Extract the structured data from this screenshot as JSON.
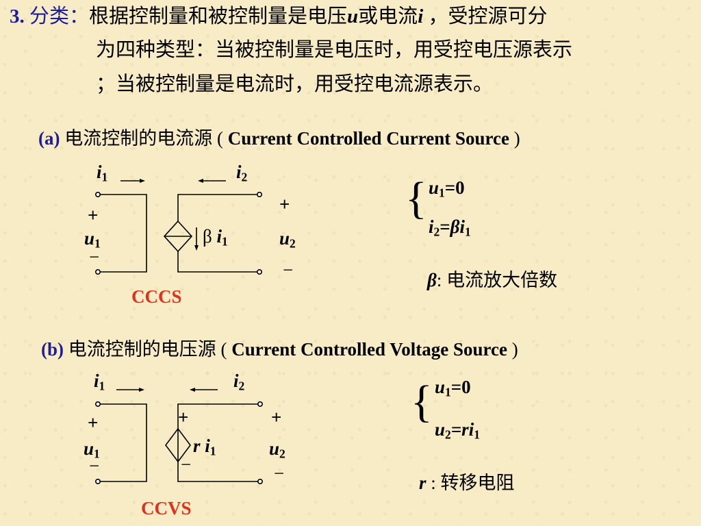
{
  "intro": {
    "number": "3.",
    "term": "分类：",
    "text_a": "根据控制量和被控制量是电压",
    "u": "u",
    "text_b": "或电流",
    "i": "i",
    "text_c": " ，受控源可分",
    "line2": "为四种类型：当被控制量是电压时，用受控电压源表示",
    "line3": "；当被控制量是电流时，用受控电流源表示。"
  },
  "section_a": {
    "tag": "(a)",
    "title_cn": " 电流控制的电流源 ( ",
    "title_en": "Current Controlled Current Source",
    "title_end": " )",
    "i_label": "i",
    "sub1": "1",
    "sub2": "2",
    "u_label": "u",
    "plus": "+",
    "minus": "−",
    "source_beta": "β",
    "source_i": "i",
    "name": "CCCS",
    "eq1_var": "u",
    "eq1_rhs": "=0",
    "eq2_lhs": "i",
    "eq2_mid": "=",
    "eq2_beta": "β",
    "eq2_i": "i",
    "desc_sym": "β",
    "desc_text": ": 电流放大倍数"
  },
  "section_b": {
    "tag": "(b)",
    "title_cn": " 电流控制的电压源 ( ",
    "title_en": "Current Controlled Voltage Source",
    "title_end": " )",
    "i_label": "i",
    "sub1": "1",
    "sub2": "2",
    "u_label": "u",
    "plus": "+",
    "minus": "−",
    "source_r": "r",
    "source_i": "i",
    "name": "CCVS",
    "eq1_var": "u",
    "eq1_rhs": "=0",
    "eq2_lhs": "u",
    "eq2_rhs": "=ri",
    "desc_sym": "r",
    "desc_text": " : 转移电阻"
  },
  "colors": {
    "background": "#f7ecc6",
    "heading_blue": "#1d1d9a",
    "label_red": "#e0301e"
  }
}
